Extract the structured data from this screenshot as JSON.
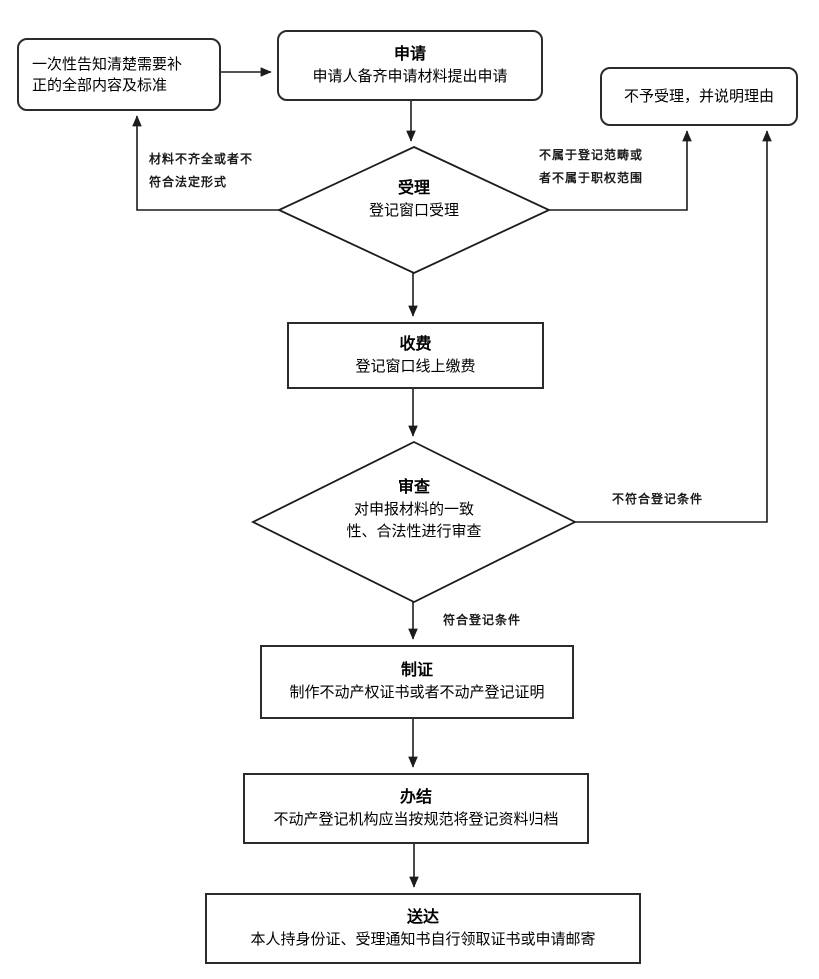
{
  "diagram": {
    "nodes": {
      "notice": {
        "lines": [
          "一次性告知清楚需要补",
          "正的全部内容及标准"
        ]
      },
      "apply": {
        "title": "申请",
        "desc": "申请人备齐申请材料提出申请"
      },
      "reject": {
        "text": "不予受理，并说明理由"
      },
      "accept": {
        "title": "受理",
        "desc": "登记窗口受理"
      },
      "fee": {
        "title": "收费",
        "desc": "登记窗口线上缴费"
      },
      "review": {
        "title": "审查",
        "desc_lines": [
          "对申报材料的一致",
          "性、合法性进行审查"
        ]
      },
      "certify": {
        "title": "制证",
        "desc": "制作不动产权证书或者不动产登记证明"
      },
      "complete": {
        "title": "办结",
        "desc": "不动产登记机构应当按规范将登记资料归档"
      },
      "deliver": {
        "title": "送达",
        "desc": "本人持身份证、受理通知书自行领取证书或申请邮寄"
      }
    },
    "edge_labels": {
      "incomplete_lines": [
        "材料不齐全或者不",
        "符合法定形式"
      ],
      "out_of_scope_lines": [
        "不属于登记范畴或",
        "者不属于职权范围"
      ],
      "not_qualified": "不符合登记条件",
      "qualified": "符合登记条件"
    },
    "colors": {
      "line": "#1c1c1c",
      "box_border": "#2b2b2b",
      "text": "#000000",
      "background": "#ffffff"
    }
  }
}
